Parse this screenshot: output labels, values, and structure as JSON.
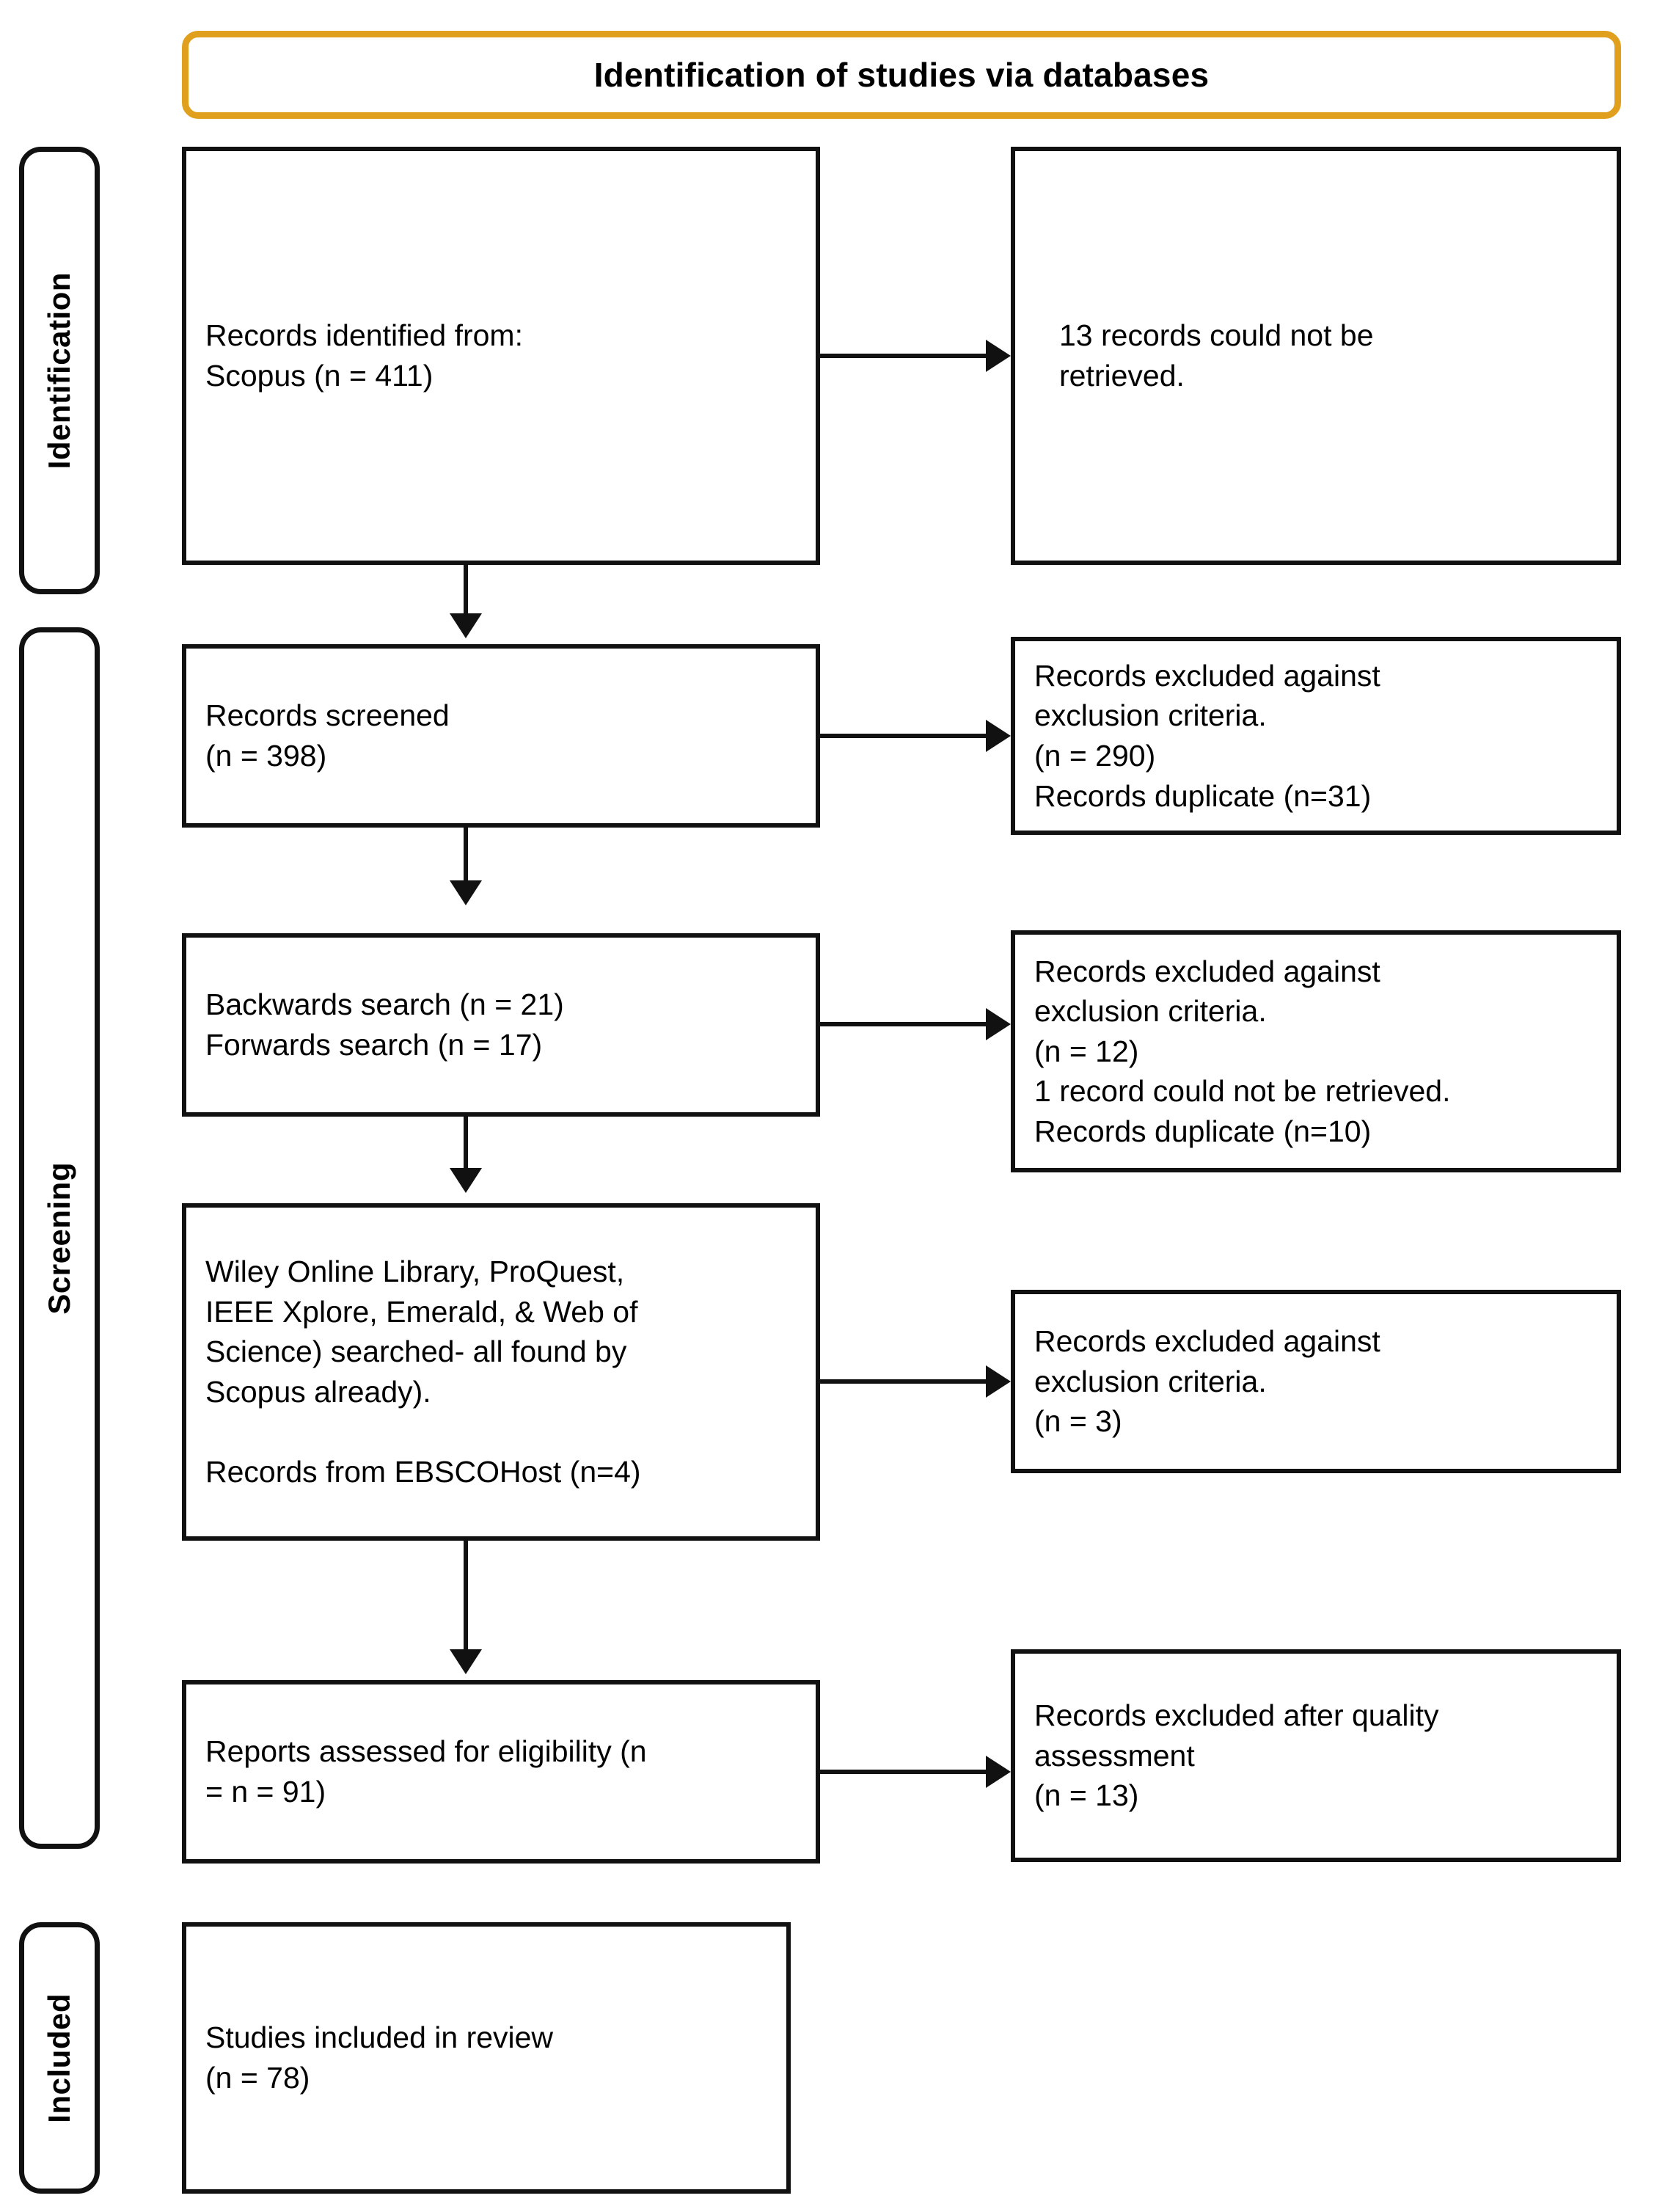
{
  "diagram": {
    "type": "PRISMA flow diagram",
    "header": {
      "title": "Identification of studies via databases",
      "border_color": "#E0A01E"
    },
    "stages": [
      {
        "id": "identification",
        "label": "Identification"
      },
      {
        "id": "screening",
        "label": "Screening"
      },
      {
        "id": "included",
        "label": "Included"
      }
    ],
    "boxes": {
      "records_identified": {
        "text": "Records identified from:\n    Scopus (n = 411)"
      },
      "records_not_retrieved": {
        "text": "13 records could not be\nretrieved."
      },
      "records_screened": {
        "text": "Records screened\n(n = 398)"
      },
      "excluded_screening_1": {
        "text": "Records excluded against\nexclusion criteria.\n(n = 290)\nRecords duplicate (n=31)"
      },
      "backwards_forwards_search": {
        "text": "Backwards search (n = 21)\nForwards search (n = 17)"
      },
      "excluded_screening_2": {
        "text": "Records excluded against\nexclusion criteria.\n(n = 12)\n1 record could not be retrieved.\nRecords duplicate (n=10)"
      },
      "other_databases": {
        "text": "Wiley Online Library, ProQuest,\nIEEE Xplore, Emerald, & Web of\nScience) searched- all found by\nScopus already).\n\nRecords from EBSCOHost (n=4)"
      },
      "excluded_screening_3": {
        "text": "Records excluded against\nexclusion criteria.\n(n = 3)"
      },
      "reports_assessed": {
        "text": "Reports assessed for eligibility (n\n= n = 91)"
      },
      "excluded_quality": {
        "text": "Records excluded after quality\nassessment\n(n = 13)"
      },
      "studies_included": {
        "text": "Studies included in review\n(n = 78)"
      }
    },
    "counts": {
      "scopus_identified": 411,
      "not_retrieved": 13,
      "screened": 398,
      "excluded_criteria_1": 290,
      "duplicates_1": 31,
      "backwards_search": 21,
      "forwards_search": 17,
      "excluded_criteria_2": 12,
      "not_retrieved_2": 1,
      "duplicates_2": 10,
      "ebscohost_records": 4,
      "excluded_criteria_3": 3,
      "reports_assessed": 91,
      "excluded_quality": 13,
      "studies_included": 78
    }
  }
}
